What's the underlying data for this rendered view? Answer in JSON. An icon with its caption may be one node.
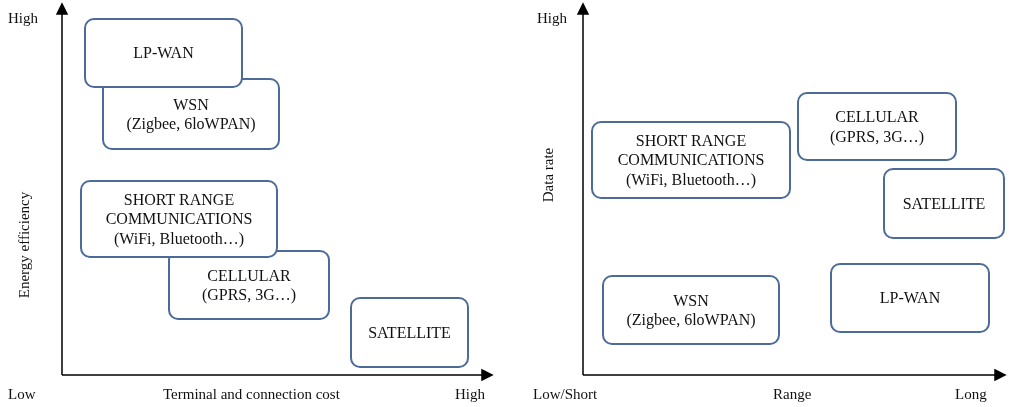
{
  "diagram": {
    "nodes": [
      {
        "text": [
          "WSN",
          "(Zigbee, 6loWPAN)"
        ]
      },
      {
        "text": [
          "LP-WAN"
        ]
      },
      {
        "text": [
          "CELLULAR",
          "(GPRS, 3G…)"
        ]
      },
      {
        "text": [
          "SHORT RANGE COMMUNICATIONS",
          "(WiFi, Bluetooth…)"
        ]
      },
      {
        "text": [
          "SATELLITE"
        ]
      },
      {
        "text": [
          "CELLULAR",
          "(GPRS, 3G…)"
        ]
      },
      {
        "text": [
          "SHORT RANGE COMMUNICATIONS",
          "(WiFi, Bluetooth…)"
        ]
      },
      {
        "text": [
          "SATELLITE"
        ]
      },
      {
        "text": [
          "WSN",
          "(Zigbee, 6loWPAN)"
        ]
      },
      {
        "text": [
          "LP-WAN"
        ]
      }
    ],
    "labels": [
      "High",
      "Energy efficiency",
      "Low",
      "Terminal and connection cost",
      "High",
      "High",
      "Data rate",
      "Low/Short",
      "Range",
      "Long"
    ]
  }
}
